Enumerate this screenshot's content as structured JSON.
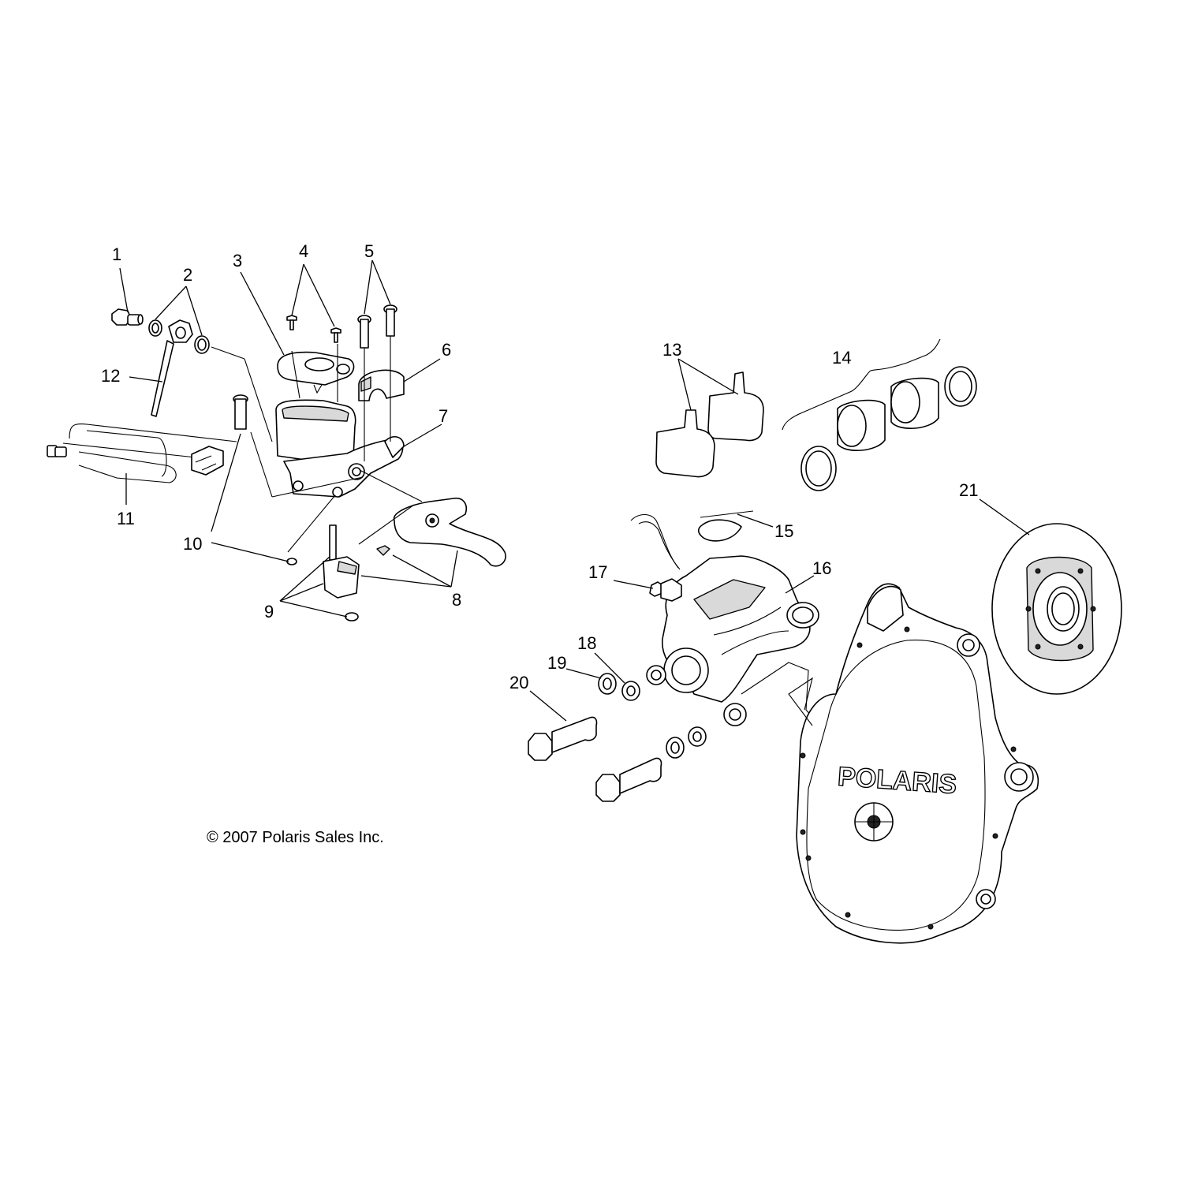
{
  "copyright": "© 2007 Polaris Sales Inc.",
  "logo_text": "POLARIS",
  "callouts": [
    "1",
    "2",
    "3",
    "4",
    "5",
    "6",
    "7",
    "8",
    "9",
    "10",
    "11",
    "12",
    "13",
    "14",
    "15",
    "16",
    "17",
    "18",
    "19",
    "20",
    "21"
  ],
  "colors": {
    "line": "#000000",
    "shade": "#d9d9d9",
    "background": "#ffffff"
  }
}
